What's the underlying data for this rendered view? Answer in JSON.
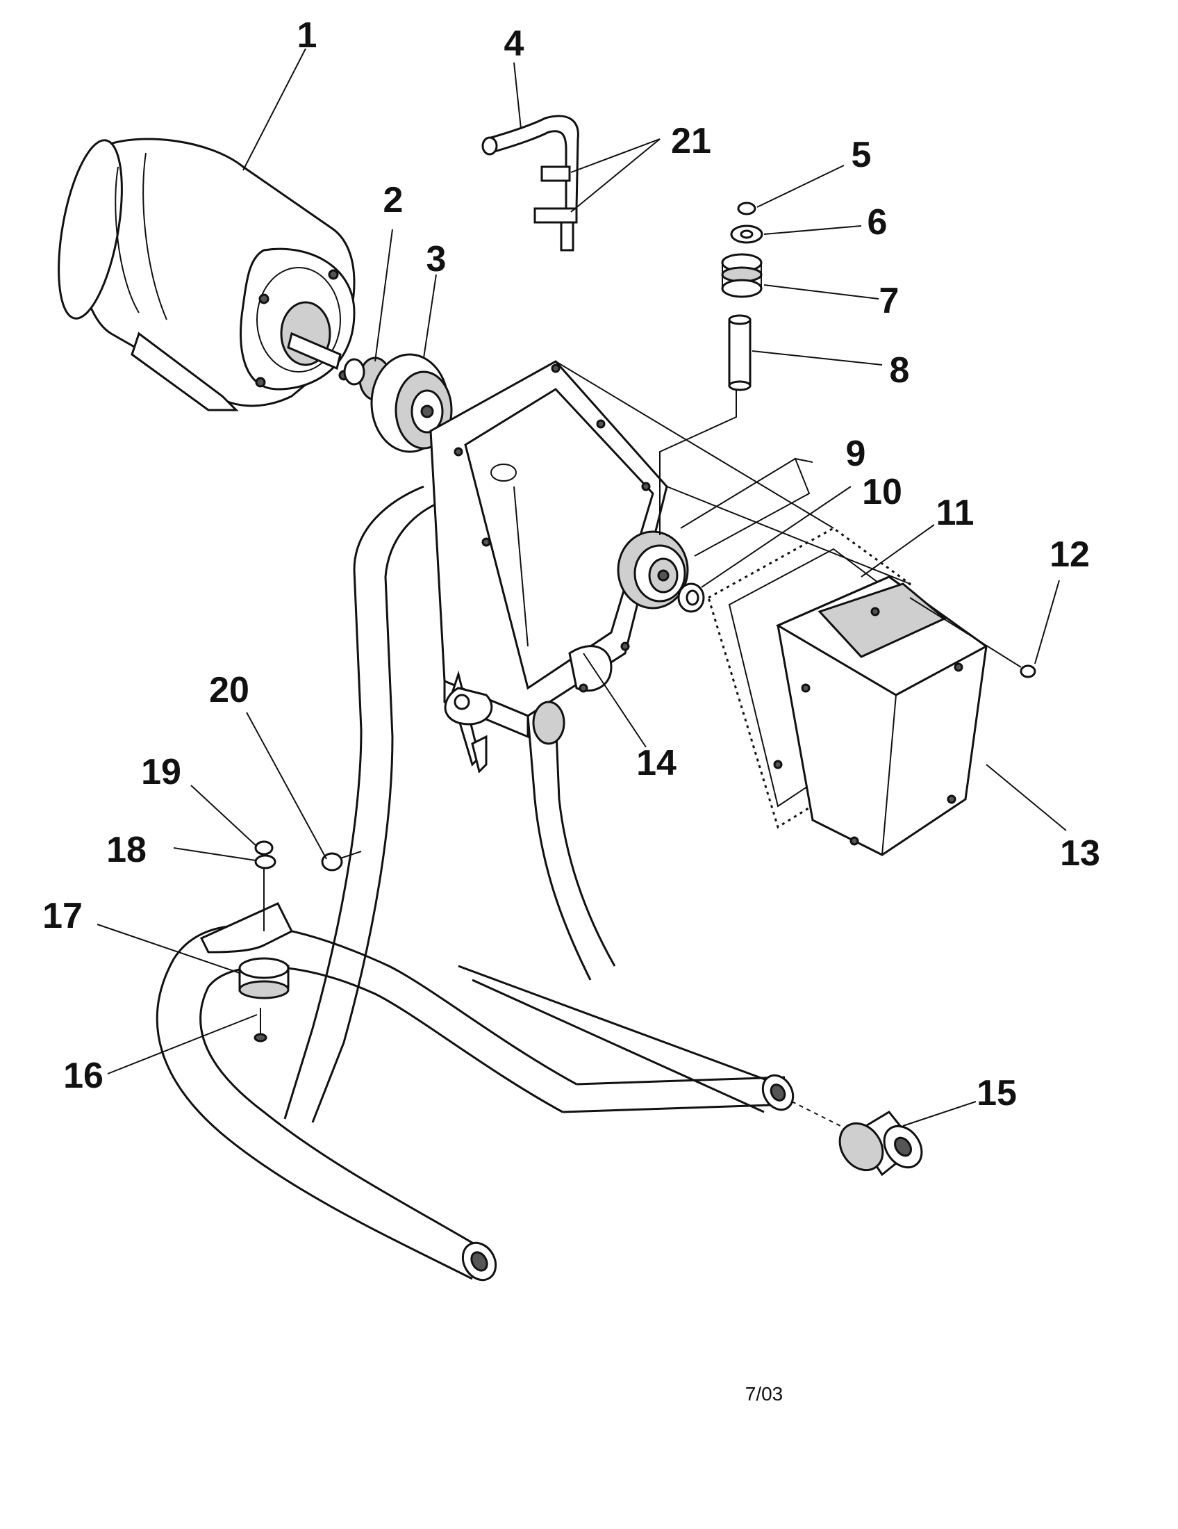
{
  "callouts": [
    "1",
    "2",
    "3",
    "4",
    "5",
    "6",
    "7",
    "8",
    "9",
    "10",
    "11",
    "12",
    "13",
    "14",
    "15",
    "16",
    "17",
    "18",
    "19",
    "20",
    "21"
  ],
  "footer": {
    "date": "7/03"
  }
}
